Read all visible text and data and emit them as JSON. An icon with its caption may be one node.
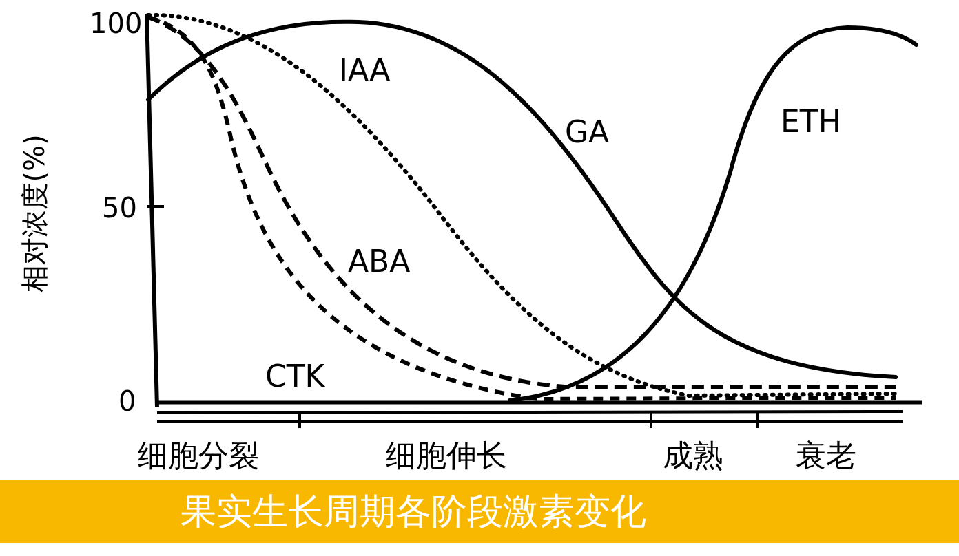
{
  "diagram": {
    "caption": "果实生长周期各阶段激素变化",
    "labels": [
      "100",
      "IAA",
      "GA",
      "ETH",
      "相对浓度(%)",
      "50",
      "ABA",
      "CTK",
      "0",
      "细胞分裂",
      "细胞伸长",
      "成熟",
      "衰老"
    ]
  }
}
